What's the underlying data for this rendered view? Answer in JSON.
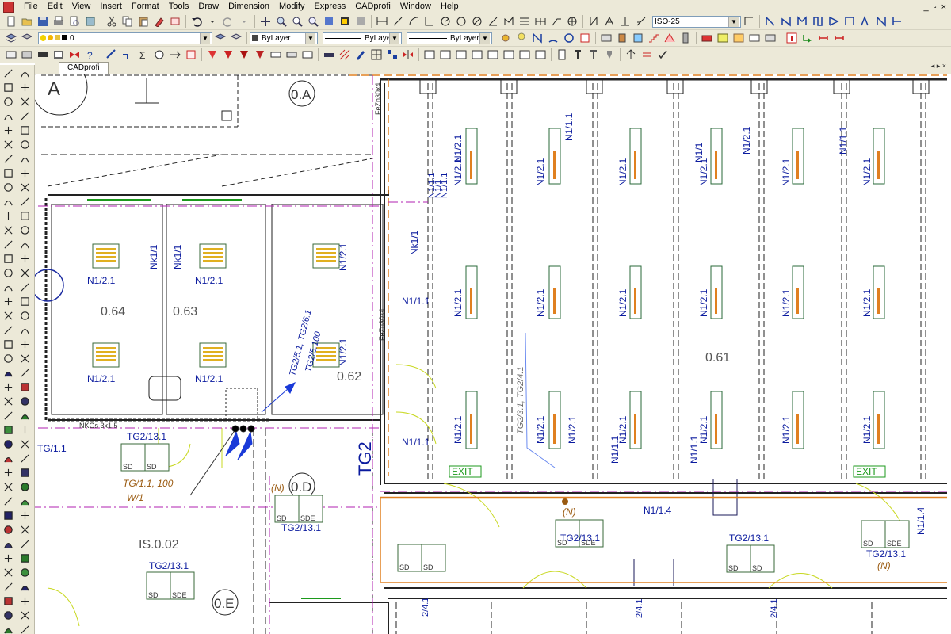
{
  "menu": [
    "File",
    "Edit",
    "View",
    "Insert",
    "Format",
    "Tools",
    "Draw",
    "Dimension",
    "Modify",
    "Express",
    "CADprofi",
    "Window",
    "Help"
  ],
  "window_controls": {
    "minimize": "_",
    "restore": "▫",
    "close": "×"
  },
  "toolbar": {
    "dimstyle": "ISO-25",
    "layer": "0",
    "color": "ByLayer",
    "linetype": "ByLayer",
    "lineweight": "ByLayer"
  },
  "document_tab": "CADprofi",
  "tab_nav": "◂ ▸ ×",
  "drawing": {
    "colors": {
      "blue": "#0a1a9e",
      "orange": "#e08020",
      "green": "#1c9a1c",
      "magenta": "#b020b0",
      "brown": "#9a5a10"
    },
    "rooms": [
      "0.64",
      "0.63",
      "0.62",
      "0.61",
      "IS.0.02"
    ],
    "axes": [
      "0.A",
      "0.D",
      "0.E",
      "A"
    ],
    "labels": {
      "n121": "N1/2.1",
      "nk11": "Nk1/1",
      "n111": "N1/1.1",
      "n114": "N1/1.4",
      "n11": "N1/1",
      "tg2_131": "TG2/13.1",
      "tg11": "TG/1.1",
      "tg11_100": "TG/1.1, 100",
      "w1": "W/1",
      "tg2": "TG2",
      "tg2_51": "TG2/5.1, TG2/6.1",
      "tg2_5100": "TG2/5.100",
      "tg2_31": "TG2/3.1, TG2/4.1",
      "fezn": "FeZn30x4",
      "nkgs": "NKGs 3x1.5",
      "n_paren": "(N)",
      "exit": "EXIT",
      "sd": "SD",
      "sde": "SDE",
      "n41": "2/4.1"
    }
  }
}
